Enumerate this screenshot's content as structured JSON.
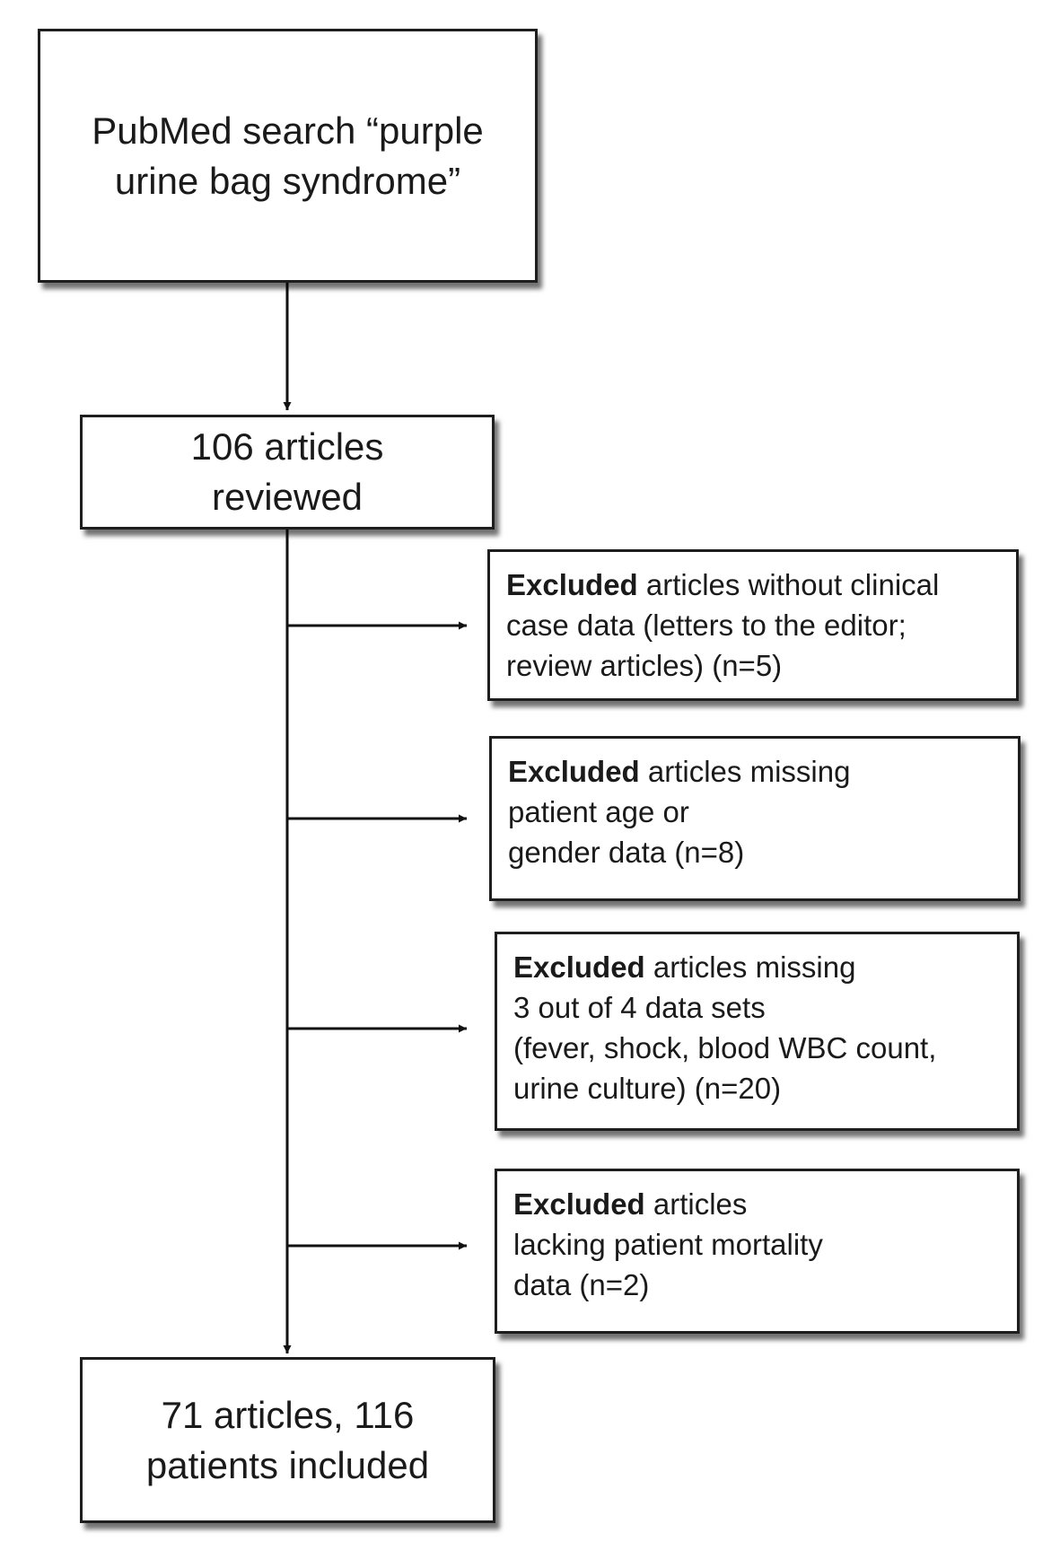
{
  "search_box": {
    "lines": [
      "PubMed search “purple",
      "urine bag syndrome”"
    ]
  },
  "reviewed_box": {
    "lines": [
      "106 articles",
      "reviewed"
    ]
  },
  "exclusions": [
    {
      "keyword": "Excluded",
      "first_line_rest": " articles without clinical",
      "lines": [
        "case data (letters to the editor;",
        "review articles) (n=5)"
      ]
    },
    {
      "keyword": "Excluded",
      "first_line_rest": " articles missing",
      "lines": [
        "patient age or",
        "gender data (n=8)"
      ]
    },
    {
      "keyword": "Excluded",
      "first_line_rest": " articles missing",
      "lines": [
        "3 out of 4 data sets",
        "(fever, shock, blood WBC count,",
        "urine culture) (n=20)"
      ]
    },
    {
      "keyword": "Excluded",
      "first_line_rest": " articles",
      "lines": [
        "lacking patient mortality",
        "data (n=2)"
      ]
    }
  ],
  "included_box": {
    "lines": [
      "71 articles, 116",
      "patients included"
    ]
  }
}
